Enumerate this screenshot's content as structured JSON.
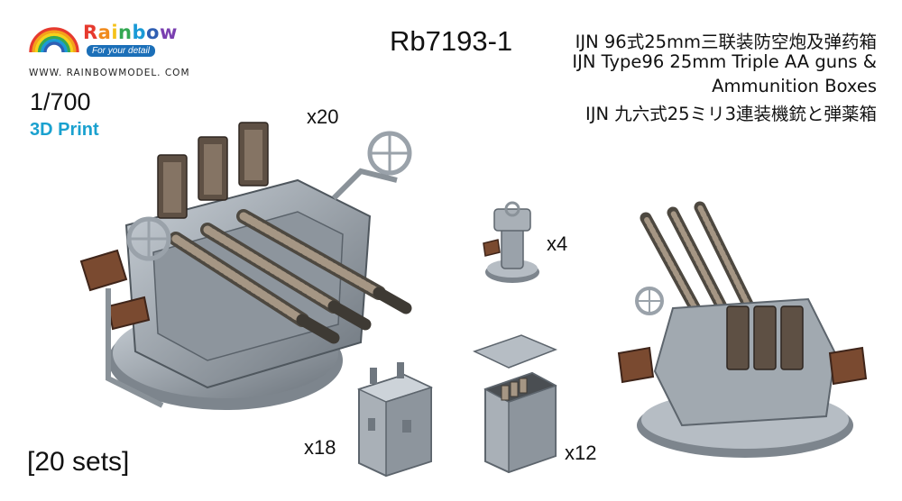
{
  "brand": {
    "name_letters": [
      "R",
      "a",
      "i",
      "n",
      "b",
      "o",
      "w"
    ],
    "letter_colors": [
      "#e63a2e",
      "#f08a1c",
      "#f4c21a",
      "#34a853",
      "#1a9ad6",
      "#2f5fb3",
      "#7a3fb0"
    ],
    "tagline": "For your detail",
    "url": "WWW. RAINBOWMODEL. COM",
    "rainbow_colors": [
      "#e63a2e",
      "#f4a21a",
      "#f4d21a",
      "#34a853",
      "#1a9ad6",
      "#2f5fb3"
    ]
  },
  "product": {
    "code": "Rb7193-1",
    "title_cn": "IJN 96式25mm三联装防空炮及弹药箱",
    "title_en_1": "IJN Type96 25mm Triple AA guns &",
    "title_en_2": "Ammunition Boxes",
    "title_jp": "IJN 九六式25ミリ3連装機銃と弾薬箱",
    "scale": "1/700",
    "print_type": "3D Print",
    "sets": "[20 sets]"
  },
  "quantities": {
    "triple_gun": "x20",
    "single_mount": "x4",
    "closed_box": "x18",
    "open_box": "x12"
  },
  "colors": {
    "metal": "#9aa2aa",
    "metal_dark": "#5d656d",
    "metal_light": "#c4cbd2",
    "seat": "#7a4a30",
    "accent": "#1aa1cf"
  }
}
